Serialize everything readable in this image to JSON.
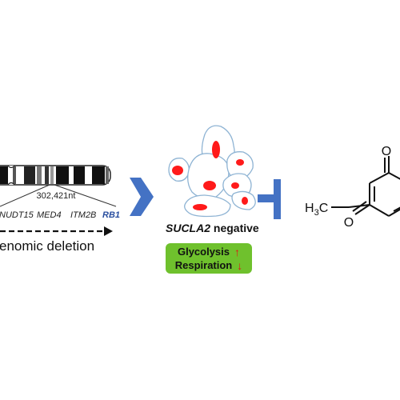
{
  "colors": {
    "accent_blue": "#4472c4",
    "cell_outline": "#8fb4d4",
    "nucleus_red": "#ff1a1a",
    "status_green": "#6fc12d",
    "arrow_red": "#e01818",
    "rb1_label": "#2a4fa0"
  },
  "chromosome": {
    "length_label": "302,421nt",
    "genes": [
      "NUDT15",
      "MED4",
      "ITM2B",
      "RB1"
    ],
    "deletion_label": "enomic deletion"
  },
  "cells": {
    "gene_label": "SUCLA2",
    "negative_label": " negative"
  },
  "metabolism": {
    "glycolysis": "Glycolysis",
    "glycolysis_arrow": "up-arrow",
    "respiration": "Respiration",
    "respiration_arrow": "down-arrow"
  },
  "molecule": {
    "methyl_h": "H",
    "methyl_sub": "3",
    "methyl_c": "C",
    "oxygen_top": "O",
    "oxygen_bottom": "O"
  },
  "icons": {
    "process_arrow": "chevron-right-arrow",
    "inhibition": "tee-inhibitor"
  }
}
